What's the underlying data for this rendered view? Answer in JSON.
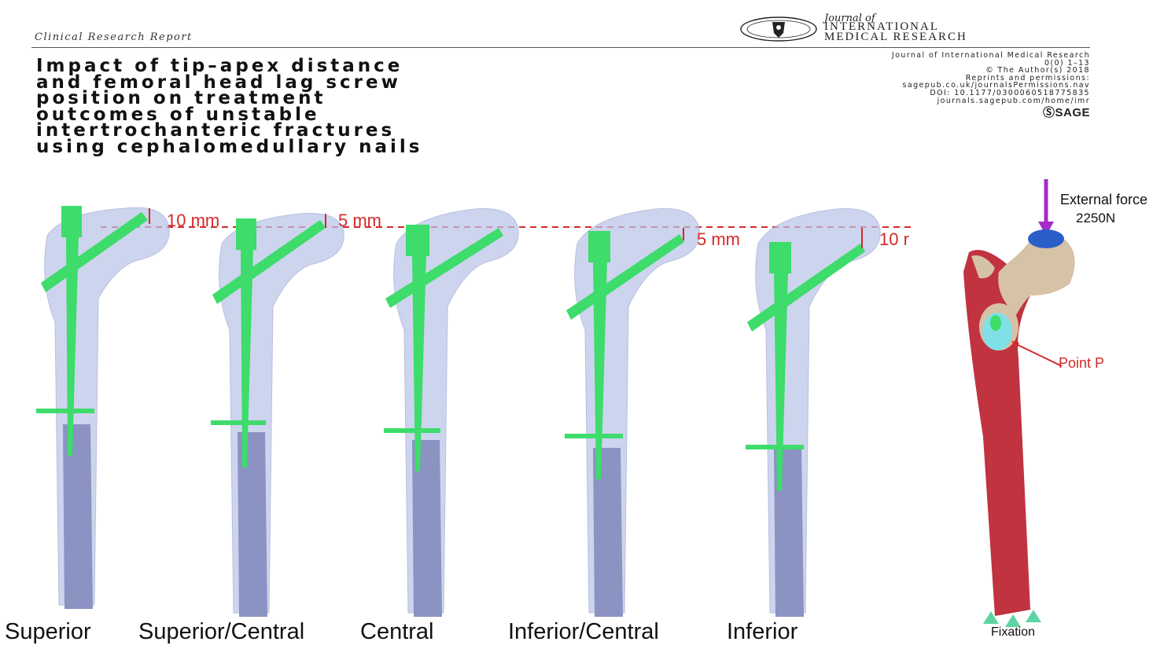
{
  "header": {
    "section_label": "Clinical Research Report",
    "title_lines": [
      "Impact of tip–apex distance",
      "and femoral head lag screw",
      "position on treatment",
      "outcomes of unstable",
      "intertrochanteric fractures",
      "using cephalomedullary nails"
    ]
  },
  "journal": {
    "name_small": "Journal of",
    "name_line1": "INTERNATIONAL",
    "name_line2": "MEDICAL RESEARCH",
    "meta_lines": [
      "Journal of International Medical Research",
      "0(0) 1–13",
      "© The Author(s) 2018",
      "Reprints and permissions:",
      "sagepub.co.uk/journalsPermissions.nav",
      "DOI: 10.1177/0300060518775835",
      "journals.sagepub.com/home/imr"
    ],
    "publisher": "SAGE"
  },
  "figure": {
    "models": [
      {
        "label": "Superior",
        "offset_label": "10 mm"
      },
      {
        "label": "Superior/Central",
        "offset_label": "5 mm"
      },
      {
        "label": "Central",
        "offset_label": ""
      },
      {
        "label": "Inferior/Central",
        "offset_label": "5 mm"
      },
      {
        "label": "Inferior",
        "offset_label": "10 r"
      }
    ],
    "fe_model": {
      "force_label": "External force",
      "force_value": "2250N",
      "point_label": "Point P",
      "fixation_label": "Fixation"
    },
    "colors": {
      "nail": "#3ddc6b",
      "bone": "#b9c3e6",
      "dim_line": "#d42a2a",
      "fe_cortex": "#c0333f",
      "fe_head": "#d6c2a6",
      "force_arrow": "#a52ac7"
    }
  }
}
